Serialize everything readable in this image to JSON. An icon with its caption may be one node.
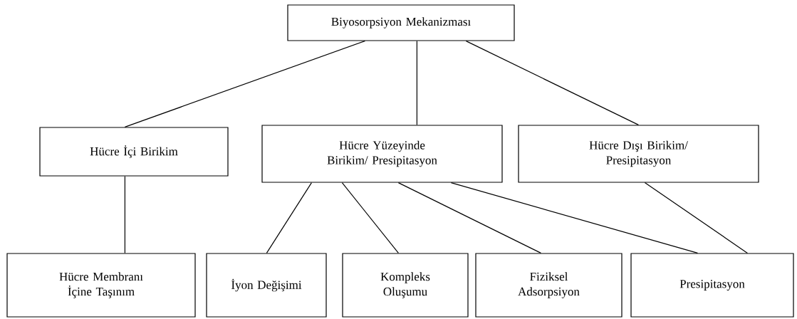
{
  "diagram": {
    "nodes": [
      {
        "text": [
          "Biyosorpsiyon Mekanizması"
        ]
      },
      {
        "text": [
          "Hücre İçi Birikim"
        ]
      },
      {
        "text": [
          "Hücre Yüzeyinde Birikim/ Presipitasyon"
        ]
      },
      {
        "text": [
          "Hücre Dışı Birikim/ Presipitasyon"
        ]
      },
      {
        "text": [
          "Hücre Membranı İçine Taşınım"
        ]
      },
      {
        "text": [
          "İyon Değişimi"
        ]
      },
      {
        "text": [
          "Kompleks Oluşumu"
        ]
      },
      {
        "text": [
          "Fiziksel Adsorpsiyon"
        ]
      },
      {
        "text": [
          "Presipitasyon"
        ]
      }
    ],
    "edges": [
      {
        "from": 0,
        "to": 1,
        "arrow": "none"
      },
      {
        "from": 0,
        "to": 2,
        "arrow": "none"
      },
      {
        "from": 0,
        "to": 3,
        "arrow": "none"
      },
      {
        "from": 1,
        "to": 4,
        "arrow": "none"
      },
      {
        "from": 2,
        "to": 5,
        "arrow": "none"
      },
      {
        "from": 2,
        "to": 6,
        "arrow": "none"
      },
      {
        "from": 2,
        "to": 7,
        "arrow": "none"
      },
      {
        "from": 2,
        "to": 8,
        "arrow": "none"
      },
      {
        "from": 3,
        "to": 8,
        "arrow": "none"
      }
    ]
  }
}
